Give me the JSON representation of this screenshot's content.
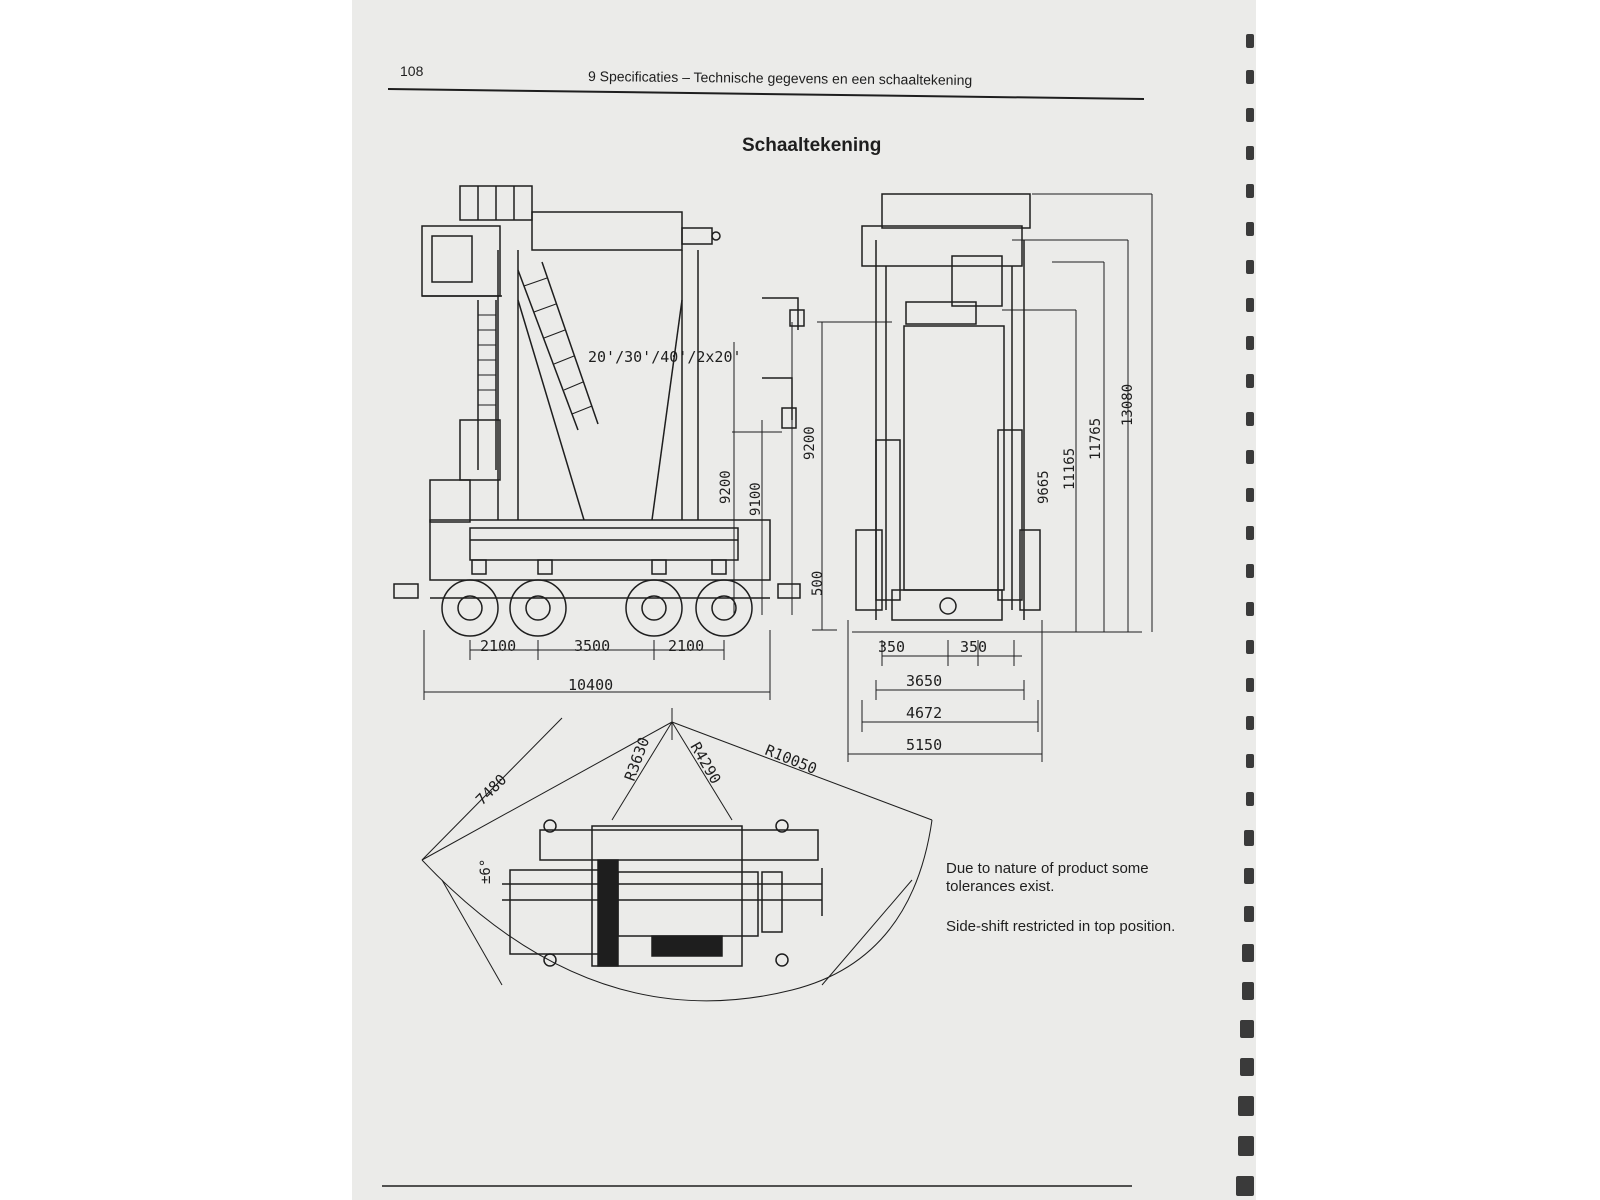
{
  "header": {
    "page_number": "108",
    "title": "9 Specificaties –  Technische gegevens en een schaaltekening"
  },
  "section_title": "Schaaltekening",
  "side_view": {
    "container_sizes": "20'/30'/40'/2x20'",
    "heights": [
      "9200",
      "9100",
      "9200",
      "500"
    ],
    "wheelbase": [
      "2100",
      "3500",
      "2100"
    ],
    "overall_length": "10400"
  },
  "rear_view": {
    "heights": [
      "9665",
      "11165",
      "11765",
      "13080"
    ],
    "spacings": [
      "350",
      "350"
    ],
    "widths": [
      "3650",
      "4672",
      "5150"
    ]
  },
  "turning": {
    "radii": [
      "R3630",
      "R4290",
      "R10050"
    ],
    "width": "7480",
    "angle": "±6°"
  },
  "notes": [
    "Due to nature of product some tolerances exist.",
    "Side-shift restricted in top position."
  ],
  "colors": {
    "paper": "#ebebe9",
    "ink": "#1e1e1e",
    "background": "#ffffff"
  }
}
